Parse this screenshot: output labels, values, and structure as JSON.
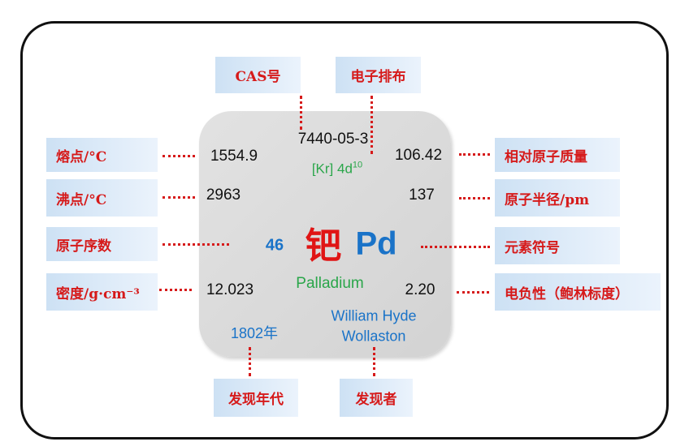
{
  "labels": {
    "cas": "CAS号",
    "electron_config": "电子排布",
    "melting_point": "熔点/°C",
    "boiling_point": "沸点/°C",
    "atomic_number": "原子序数",
    "density": "密度/g·cm⁻³",
    "atomic_mass": "相对原子质量",
    "atomic_radius": "原子半径/pm",
    "symbol": "元素符号",
    "electronegativity": "电负性（鲍林标度）",
    "discovery_year": "发现年代",
    "discoverer": "发现者"
  },
  "element": {
    "cas": "7440-05-3",
    "electron_config_base": "[Kr] 4d",
    "electron_config_sup": "10",
    "melting_point": "1554.9",
    "boiling_point": "2963",
    "atomic_number": "46",
    "chinese_name": "钯",
    "symbol": "Pd",
    "english_name": "Palladium",
    "density": "12.023",
    "atomic_mass": "106.42",
    "atomic_radius": "137",
    "electronegativity": "2.20",
    "discovery_year": "1802年",
    "discoverer_line1": "William Hyde",
    "discoverer_line2": "Wollaston"
  },
  "colors": {
    "label_text": "#d61a1a",
    "accent_blue": "#1a73c8",
    "accent_green": "#2aa64a"
  }
}
